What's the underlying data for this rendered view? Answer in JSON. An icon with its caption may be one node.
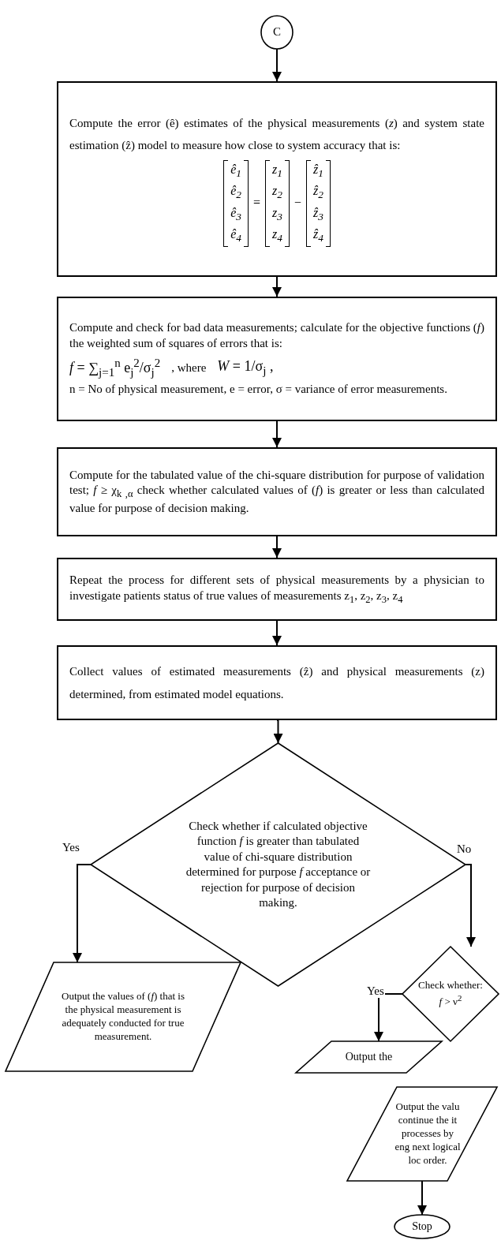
{
  "diagram": {
    "nodes": [
      {
        "text": [
          "C"
        ]
      },
      {
        "text": [
          "Compute the error (ê) estimates of the physical measurements (*z*) and system state estimation (ẑ) model to measure how close to system accuracy that is:",
          "ê$_{1}$ ê$_{2}$ ê$_{3}$ ê$_{4}$",
          "=",
          "z$_{1}$ z$_{2}$ z$_{3}$ z$_{4}$",
          "−",
          "ẑ$_{1}$ ẑ$_{2}$ ẑ$_{3}$ ẑ$_{4}$"
        ]
      },
      {
        "text": [
          "Compute and check for bad data measurements; calculate for the objective functions (*f*) the weighted sum of squares of errors that is:",
          "*f* = ∑$_{j=1}$$^{n}$ e$_{j}$$^{2}$/σ$_{j}$$^{2}$",
          ", where",
          "*W* = 1/σ$_{j}$ ,",
          "n = No of physical measurement, e = error, σ = variance of error measurements."
        ]
      },
      {
        "text": [
          "Compute for the tabulated value of the chi-square distribution for purpose of validation test; *f* ≥ χ$_{k ,α}$ check whether calculated values of (*f*) is greater or less than calculated value for purpose of decision making."
        ]
      },
      {
        "text": [
          "Repeat the process for different sets of physical measurements by a physician to investigate patients status of true values of measurements z$_{1}$, z$_{2}$, z$_{3}$, z$_{4}$"
        ]
      },
      {
        "text": [
          "Collect values of estimated measurements (ẑ) and physical measurements (z) determined, from estimated model equations."
        ]
      },
      {
        "text": [
          "Check whether if calculated objective function *f* is greater than tabulated value of chi-square distribution determined for purpose *f* acceptance or rejection for purpose of decision making."
        ]
      },
      {
        "text": [
          "Output the values of (*f*) that is the physical measurement is adequately conducted for true measurement."
        ]
      },
      {
        "text": [
          "Check whether: *f* > ν$^{2}$"
        ]
      },
      {
        "text": [
          "Output the"
        ]
      },
      {
        "text": [
          "Output the valu continue the it processes by eng next logical loc order."
        ]
      },
      {
        "text": [
          "Stop"
        ]
      }
    ],
    "edges": [
      {
        "from": 0,
        "to": 1,
        "arrow": "to"
      },
      {
        "from": 1,
        "to": 2,
        "arrow": "to"
      },
      {
        "from": 2,
        "to": 3,
        "arrow": "to"
      },
      {
        "from": 3,
        "to": 4,
        "arrow": "to"
      },
      {
        "from": 4,
        "to": 5,
        "arrow": "to"
      },
      {
        "from": 5,
        "to": 6,
        "arrow": "to"
      },
      {
        "from": 6,
        "to": 7,
        "arrow": "to",
        "label": "Yes"
      },
      {
        "from": 6,
        "to": 8,
        "arrow": "to",
        "label": "No"
      },
      {
        "from": 8,
        "to": 9,
        "arrow": "to",
        "label": "Yes"
      },
      {
        "from": 10,
        "to": 11,
        "arrow": "to"
      }
    ]
  }
}
